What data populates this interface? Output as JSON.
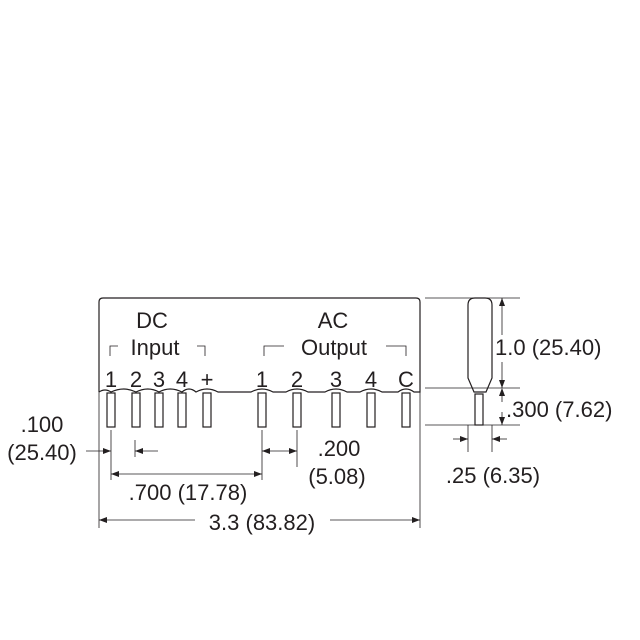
{
  "front": {
    "dc_label": "DC",
    "input_label": "Input",
    "ac_label": "AC",
    "output_label": "Output",
    "input_pins": [
      "1",
      "2",
      "3",
      "4",
      "+"
    ],
    "output_pins": [
      "1",
      "2",
      "3",
      "4",
      "C"
    ]
  },
  "dimensions": {
    "pin_offset": ".100",
    "pin_offset_mm": "(25.40)",
    "pitch": ".200",
    "pitch_mm": "(5.08)",
    "group_gap": ".700 (17.78)",
    "overall_length": "3.3 (83.82)",
    "height": "1.0 (25.40)",
    "pin_length": ".300 (7.62)",
    "thickness": ".25 (6.35)"
  }
}
